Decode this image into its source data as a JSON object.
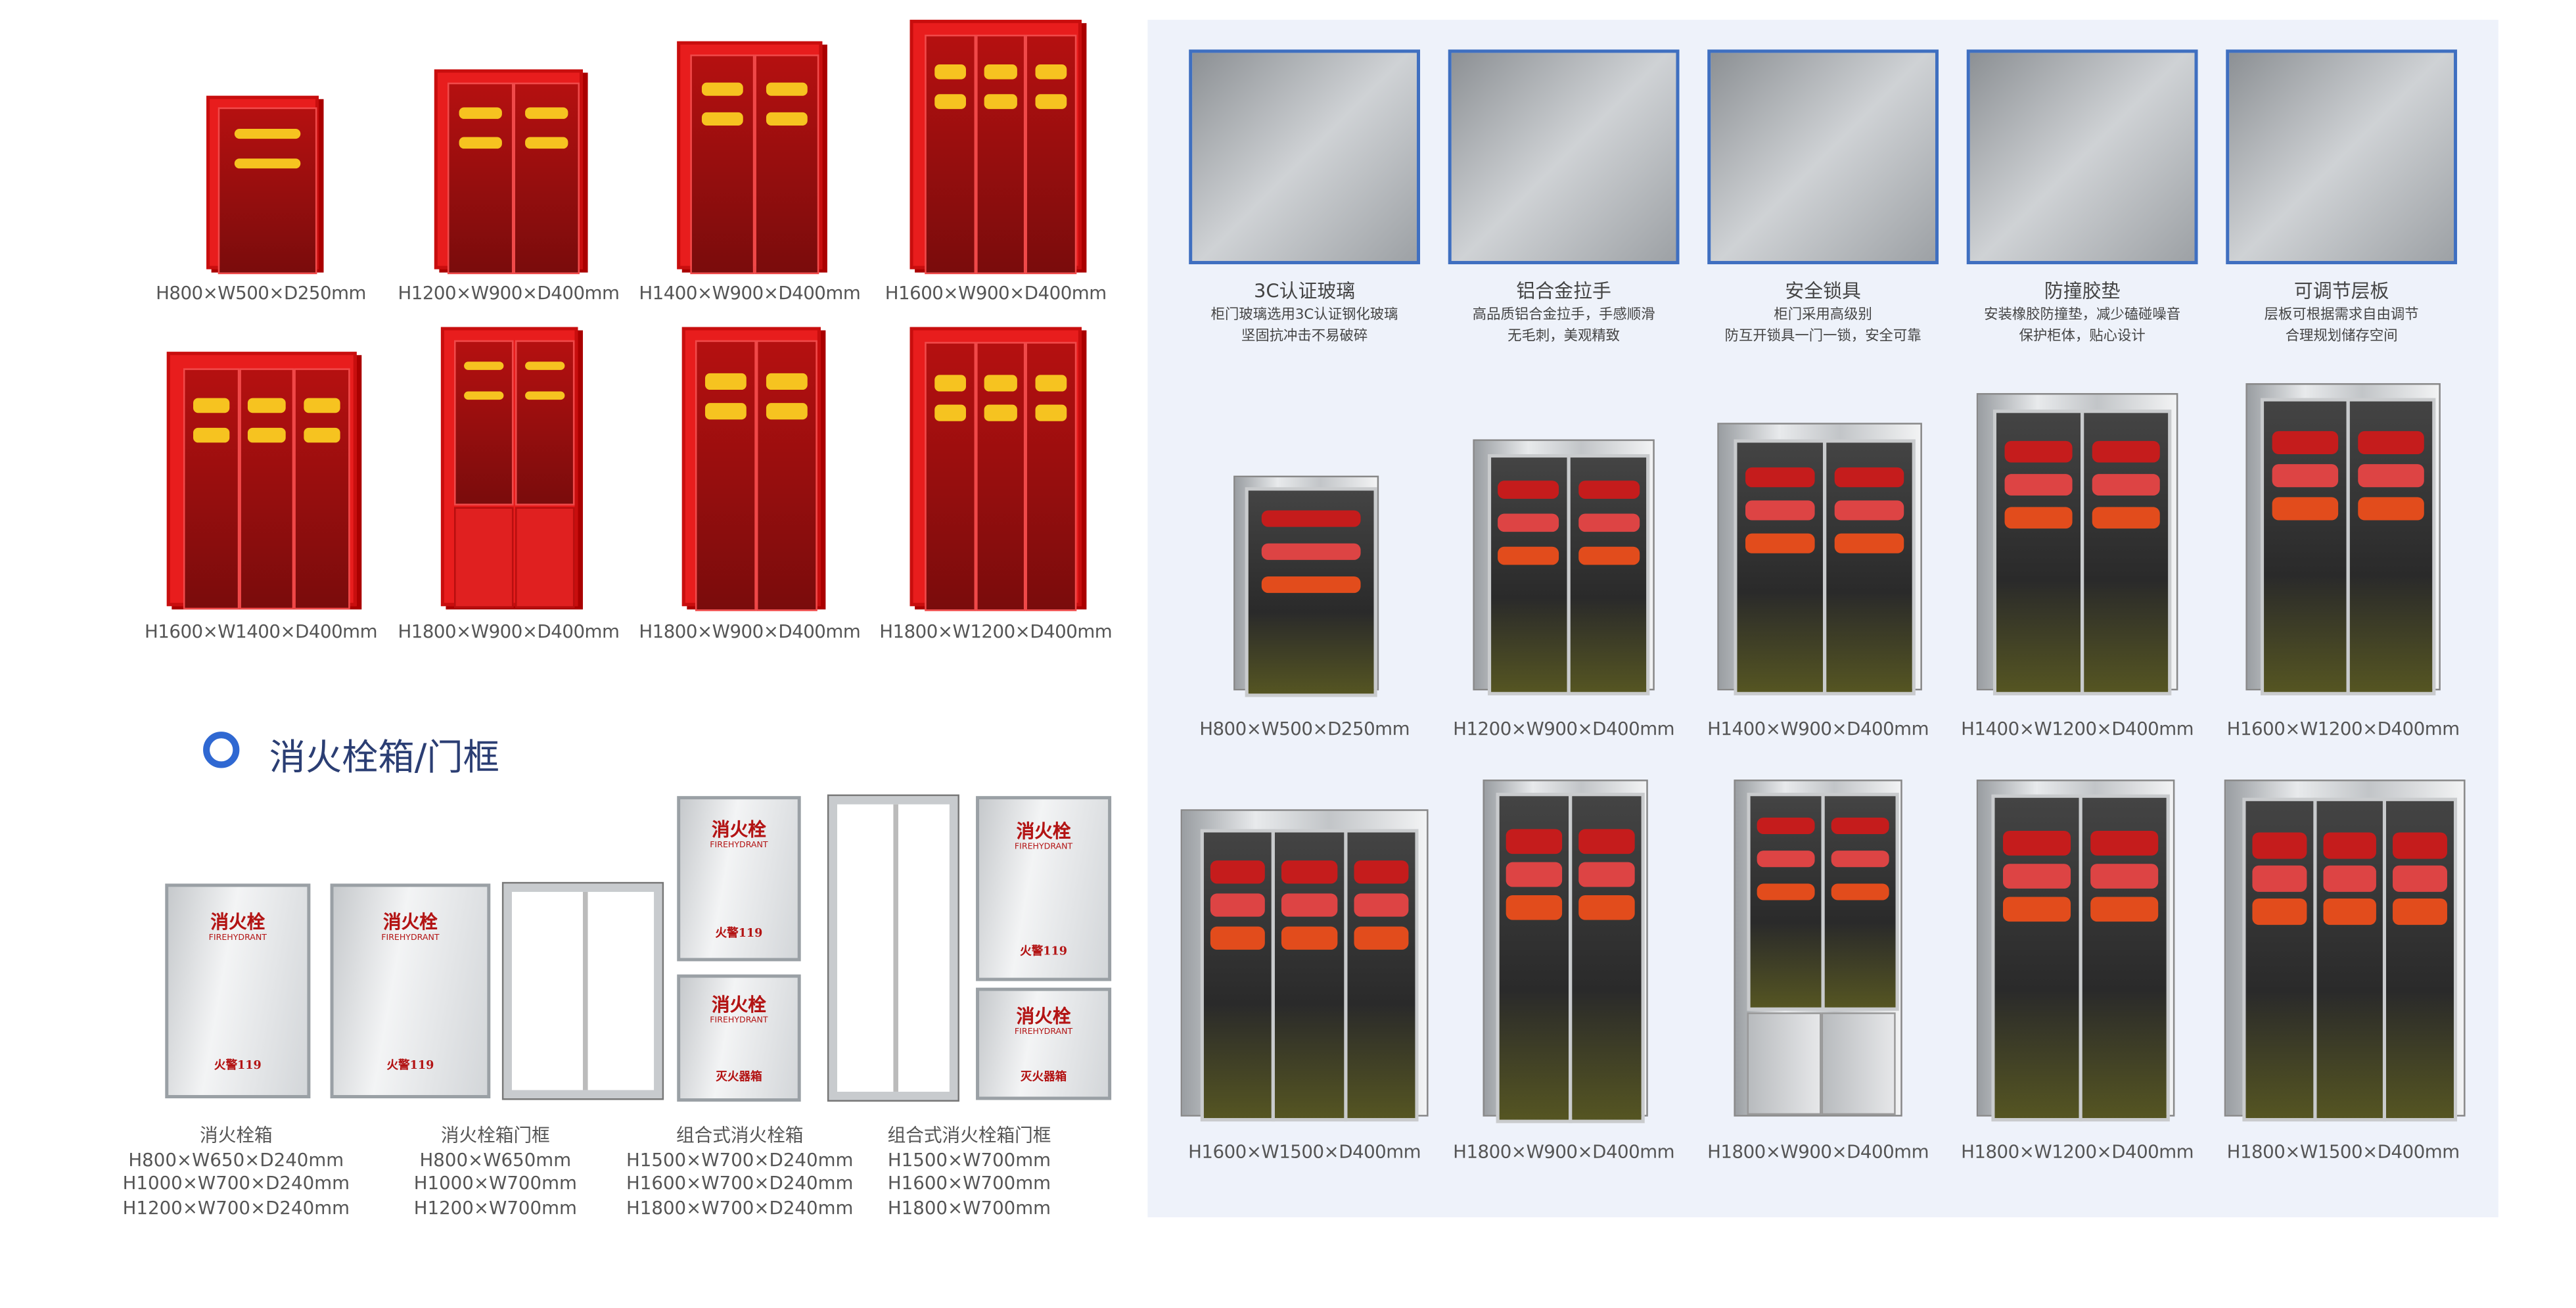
{
  "red_cabinets": {
    "row1": [
      "H800×W500×D250mm",
      "H1200×W900×D400mm",
      "H1400×W900×D400mm",
      "H1600×W900×D400mm"
    ],
    "row2": [
      "H1600×W1400×D400mm",
      "H1800×W900×D400mm",
      "H1800×W900×D400mm",
      "H1800×W1200×D400mm"
    ]
  },
  "hydrant_section": {
    "title": "消火栓箱/门框",
    "box_labels": {
      "hydrant": "消火栓",
      "hydrant_en": "FIREHYDRANT",
      "alarm": "火警119",
      "extinguisher": "灭火器箱"
    },
    "products": [
      {
        "name": "消火栓箱",
        "sizes": [
          "H800×W650×D240mm",
          "H1000×W700×D240mm",
          "H1200×W700×D240mm"
        ]
      },
      {
        "name": "消火栓箱门框",
        "sizes": [
          "H800×W650mm",
          "H1000×W700mm",
          "H1200×W700mm"
        ]
      },
      {
        "name": "组合式消火栓箱",
        "sizes": [
          "H1500×W700×D240mm",
          "H1600×W700×D240mm",
          "H1800×W700×D240mm"
        ]
      },
      {
        "name": "组合式消火栓箱门框",
        "sizes": [
          "H1500×W700mm",
          "H1600×W700mm",
          "H1800×W700mm"
        ]
      }
    ]
  },
  "features": [
    {
      "title": "3C认证玻璃",
      "desc1": "柜门玻璃选用3C认证钢化玻璃",
      "desc2": "坚固抗冲击不易破碎"
    },
    {
      "title": "铝合金拉手",
      "desc1": "高品质铝合金拉手，手感顺滑",
      "desc2": "无毛刺，美观精致"
    },
    {
      "title": "安全锁具",
      "desc1": "柜门采用高级别",
      "desc2": "防互开锁具一门一锁，安全可靠"
    },
    {
      "title": "防撞胶垫",
      "desc1": "安装橡胶防撞垫，减少磕碰噪音",
      "desc2": "保护柜体，贴心设计"
    },
    {
      "title": "可调节层板",
      "desc1": "层板可根据需求自由调节",
      "desc2": "合理规划储存空间"
    }
  ],
  "steel_cabinets": {
    "row1": [
      "H800×W500×D250mm",
      "H1200×W900×D400mm",
      "H1400×W900×D400mm",
      "H1400×W1200×D400mm",
      "H1600×W1200×D400mm"
    ],
    "row2": [
      "H1600×W1500×D400mm",
      "H1800×W900×D400mm",
      "H1800×W900×D400mm",
      "H1800×W1200×D400mm",
      "H1800×W1500×D400mm"
    ]
  },
  "colors": {
    "accent": "#2f68d2",
    "red": "#e81d1d",
    "panel_bg": "#eef2fa"
  }
}
